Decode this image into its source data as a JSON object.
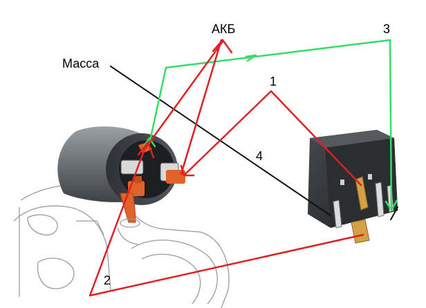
{
  "labels": {
    "massa": "Масса",
    "akb": "АКБ",
    "n1": "1",
    "n2": "2",
    "n3": "3",
    "n4": "4"
  },
  "colors": {
    "red_wire": "#e02020",
    "green_wire": "#33dd66",
    "black_wire": "#111111",
    "copper": "#e0622a",
    "sketch": "#999999",
    "relay_body": "#2f3235",
    "solenoid_body": "#6f747a"
  },
  "icons": {
    "starter": "starter-motor-sketch",
    "solenoid": "solenoid-retractor",
    "relay": "automotive-relay"
  }
}
